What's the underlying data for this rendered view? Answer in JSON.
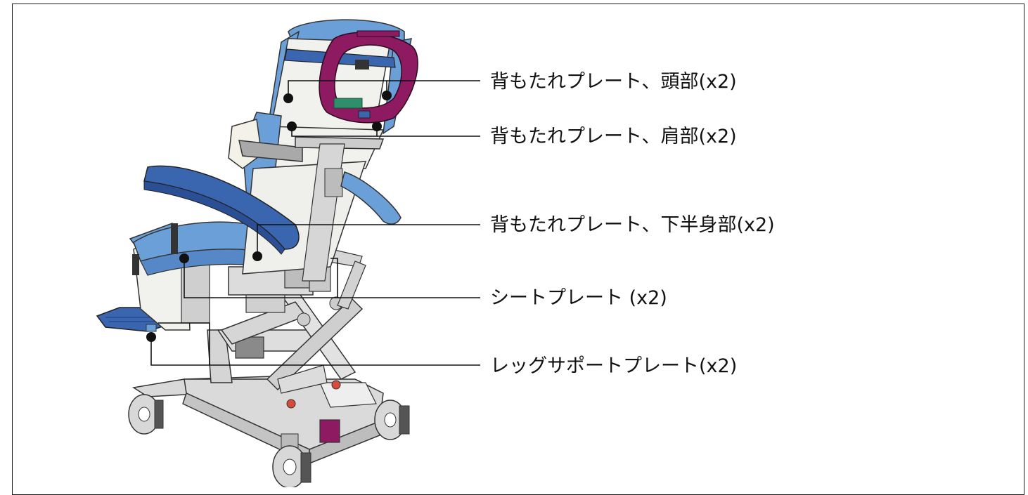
{
  "callouts": [
    {
      "id": "headrest-plate",
      "label": "背もたれプレート、頭部(x2)"
    },
    {
      "id": "shoulder-plate",
      "label": "背もたれプレート、肩部(x2)"
    },
    {
      "id": "lower-body-plate",
      "label": "背もたれプレート、下半身部(x2)"
    },
    {
      "id": "seat-plate",
      "label": "シートプレート (x2)"
    },
    {
      "id": "leg-support-plate",
      "label": "レッグサポートプレート(x2)"
    }
  ],
  "colors": {
    "upholstery_blue": "#6b9fd8",
    "upholstery_dark": "#3a66b0",
    "frame_grey": "#d9d9d9",
    "handle_magenta": "#8e1a62",
    "marker_black": "#111111",
    "plate_white": "#f1f1ee",
    "brake_red": "#d94a3a"
  }
}
